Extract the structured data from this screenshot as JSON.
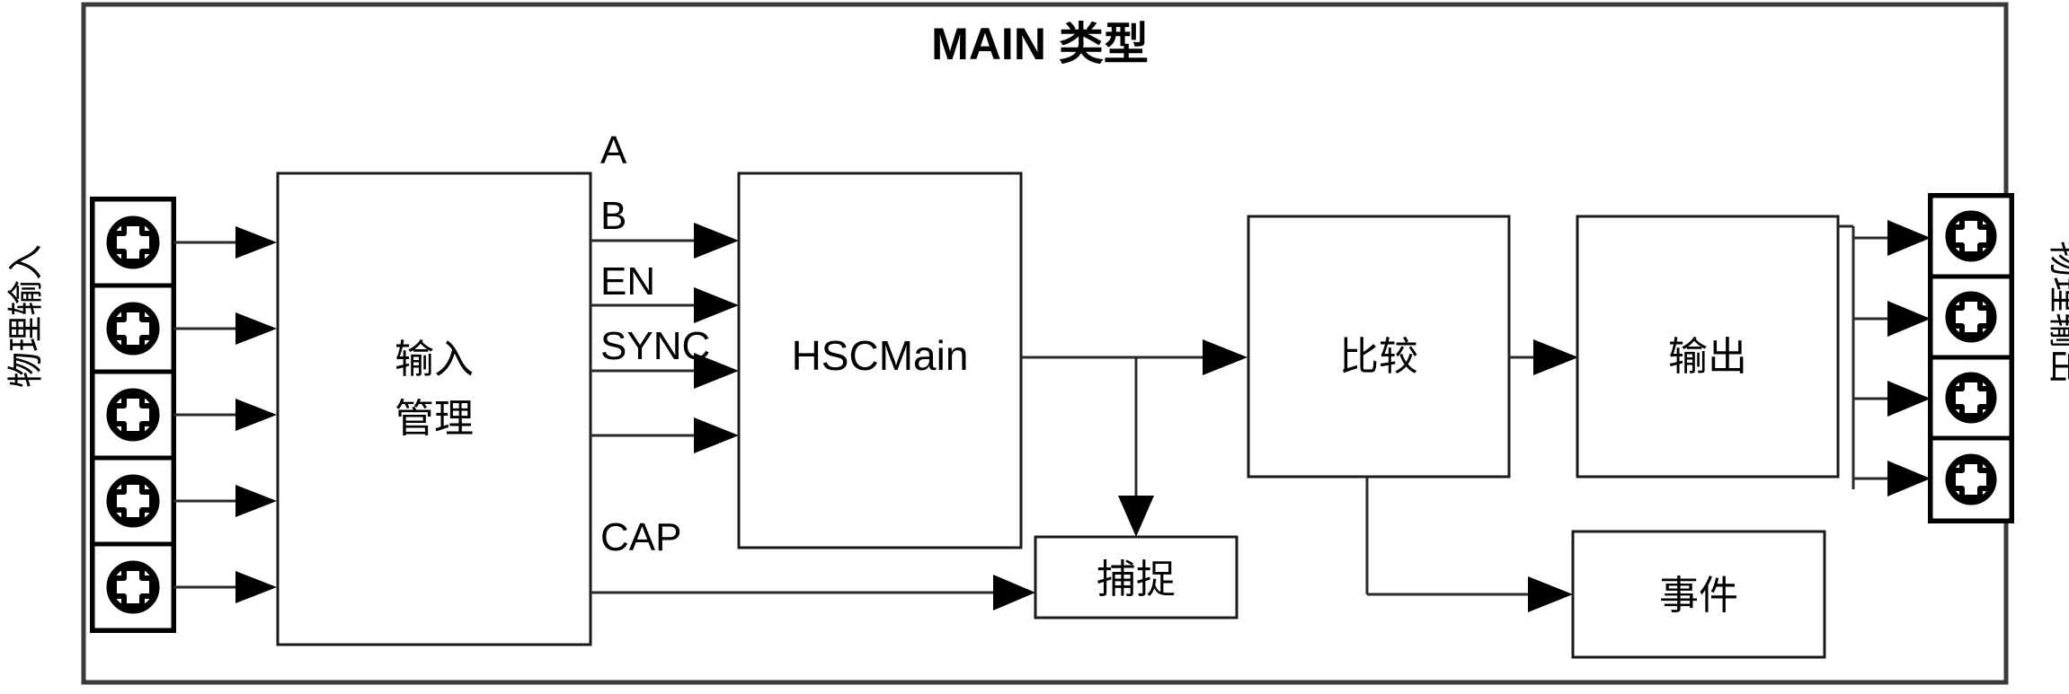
{
  "diagram": {
    "title_latin": "MAIN",
    "title_cjk": "类型",
    "title_full": "MAIN 类型",
    "side_labels": {
      "left": "物理输入",
      "right": "物理输出"
    },
    "blocks": {
      "input_manager": {
        "line1": "输入",
        "line2": "管理"
      },
      "hscmain": {
        "label": "HSCMain"
      },
      "compare": {
        "label": "比较"
      },
      "output": {
        "label": "输出"
      },
      "capture": {
        "label": "捕捉"
      },
      "event": {
        "label": "事件"
      }
    },
    "signals": [
      {
        "name": "A",
        "label": "A"
      },
      {
        "name": "B",
        "label": "B"
      },
      {
        "name": "EN",
        "label": "EN"
      },
      {
        "name": "SYNC",
        "label": "SYNC"
      },
      {
        "name": "CAP",
        "label": "CAP"
      }
    ],
    "input_terminals": [
      {
        "index": 1,
        "icon": "screw-terminal-icon"
      },
      {
        "index": 2,
        "icon": "screw-terminal-icon"
      },
      {
        "index": 3,
        "icon": "screw-terminal-icon"
      },
      {
        "index": 4,
        "icon": "screw-terminal-icon"
      },
      {
        "index": 5,
        "icon": "screw-terminal-icon"
      }
    ],
    "output_terminals": [
      {
        "index": 1,
        "icon": "screw-terminal-icon"
      },
      {
        "index": 2,
        "icon": "screw-terminal-icon"
      },
      {
        "index": 3,
        "icon": "screw-terminal-icon"
      },
      {
        "index": 4,
        "icon": "screw-terminal-icon"
      }
    ],
    "colors": {
      "line": "#1a1a1a",
      "frame": "#3a3a3a",
      "background": "#ffffff",
      "text": "#000000"
    }
  }
}
